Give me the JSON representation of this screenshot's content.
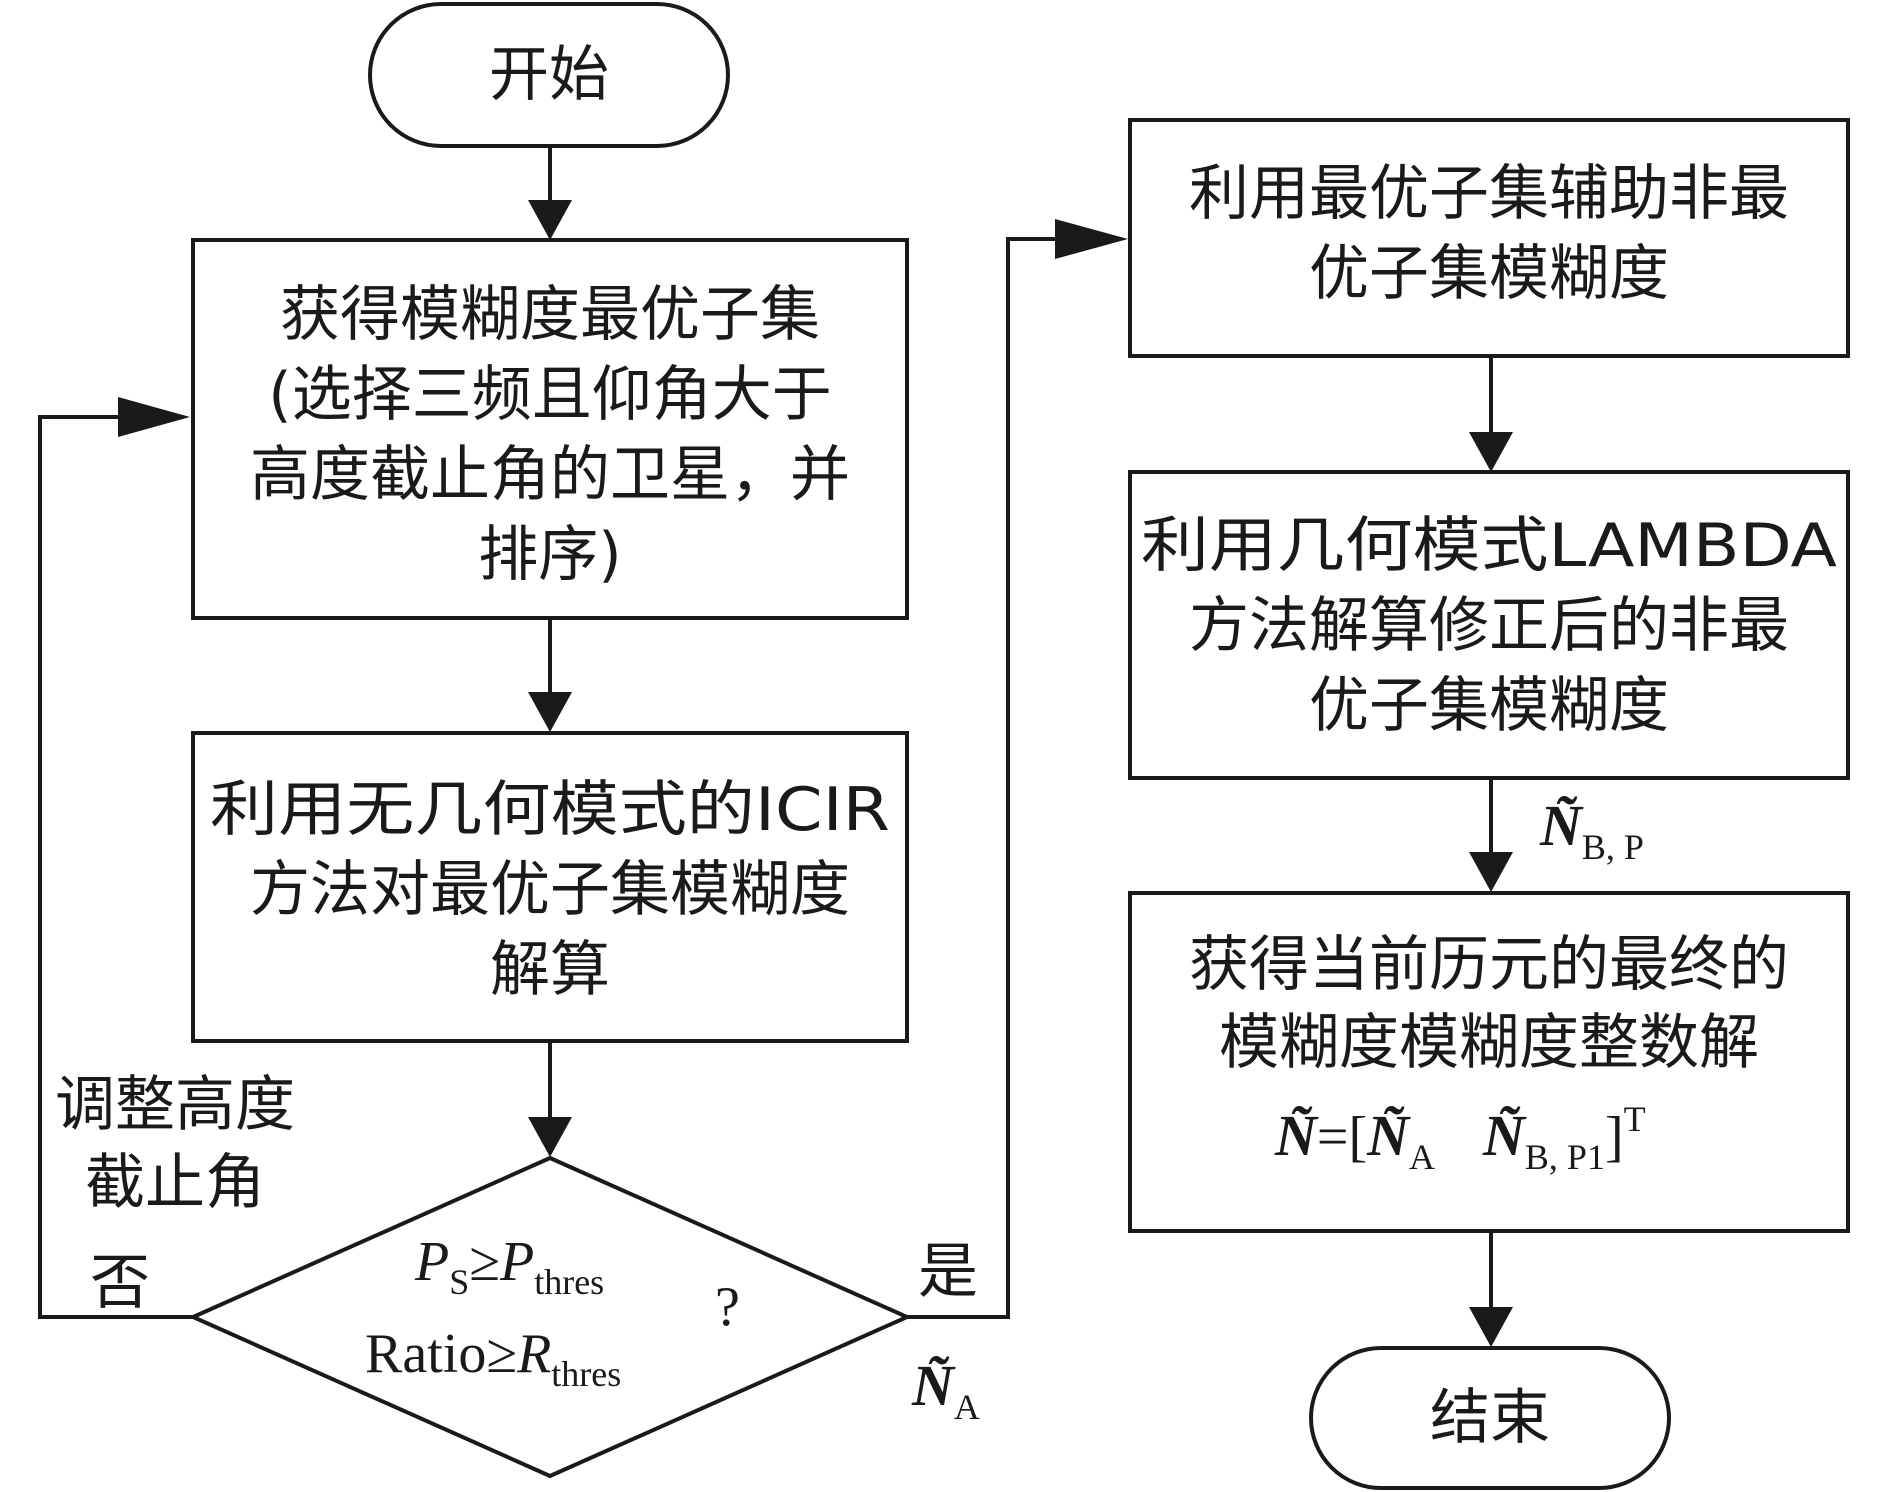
{
  "nodes": {
    "start": "开始",
    "subset": [
      "获得模糊度最优子集",
      "(选择三频且仰角大于",
      "高度截止角的卫星，并",
      "排序)"
    ],
    "icir": [
      "利用无几何模式的ICIR",
      "方法对最优子集模糊度",
      "解算"
    ],
    "decision": {
      "line1": {
        "var": "P",
        "var_sub": "S",
        "op": "≥",
        "rhs": "P",
        "rhs_sub": "thres"
      },
      "line2": {
        "lhs": "Ratio",
        "op": "≥",
        "rhs": "R",
        "rhs_sub": "thres"
      },
      "question": "?"
    },
    "assist": [
      "利用最优子集辅助非最",
      "优子集模糊度"
    ],
    "lambda": [
      "利用几何模式LAMBDA",
      "方法解算修正后的非最",
      "优子集模糊度"
    ],
    "final": {
      "lines": [
        "获得当前历元的最终的",
        "模糊度模糊度整数解"
      ],
      "formula": {
        "lhs": "Ñ",
        "eq": "=[",
        "a": "Ñ",
        "a_sub": "A",
        "b": "Ñ",
        "b_sub": "B, P1",
        "close": "]",
        "sup": "T"
      }
    },
    "end": "结束"
  },
  "labels": {
    "adjust": [
      "调整高度",
      "截止角"
    ],
    "no": "否",
    "yes": "是",
    "na": {
      "sym": "Ñ",
      "sub": "A"
    },
    "nbp": {
      "sym": "Ñ",
      "sub": "B, P"
    }
  }
}
